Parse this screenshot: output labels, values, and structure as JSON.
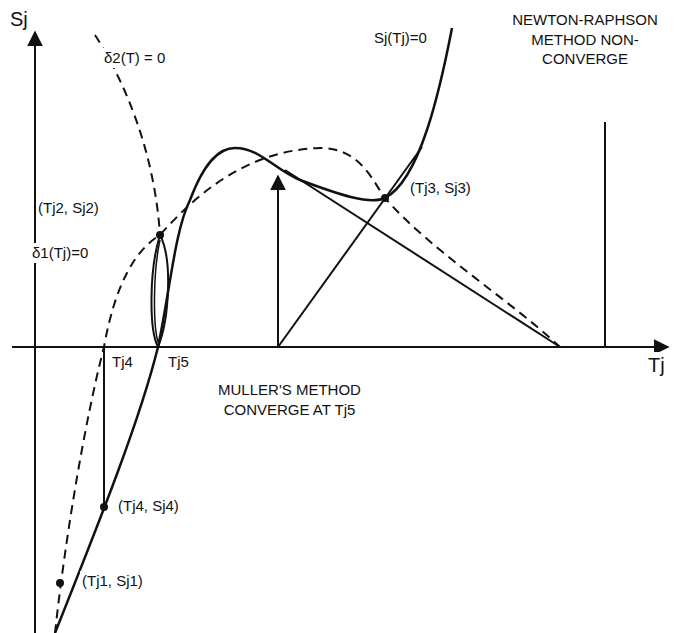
{
  "diagram": {
    "labels": [
      "Sj",
      "NEWTON-RAPHSON METHOD NON-CONVERGE",
      "Sj(Tj)=0",
      "δ2(T) = 0",
      "(Tj3, Sj3)",
      "(Tj2, Sj2)",
      "δ1(Tj)=0",
      "Tj4",
      "Tj5",
      "Tj",
      "MULLER'S METHOD CONVERGE AT Tj5",
      "(Tj4, Sj4)",
      "(Tj1, Sj1)"
    ]
  }
}
